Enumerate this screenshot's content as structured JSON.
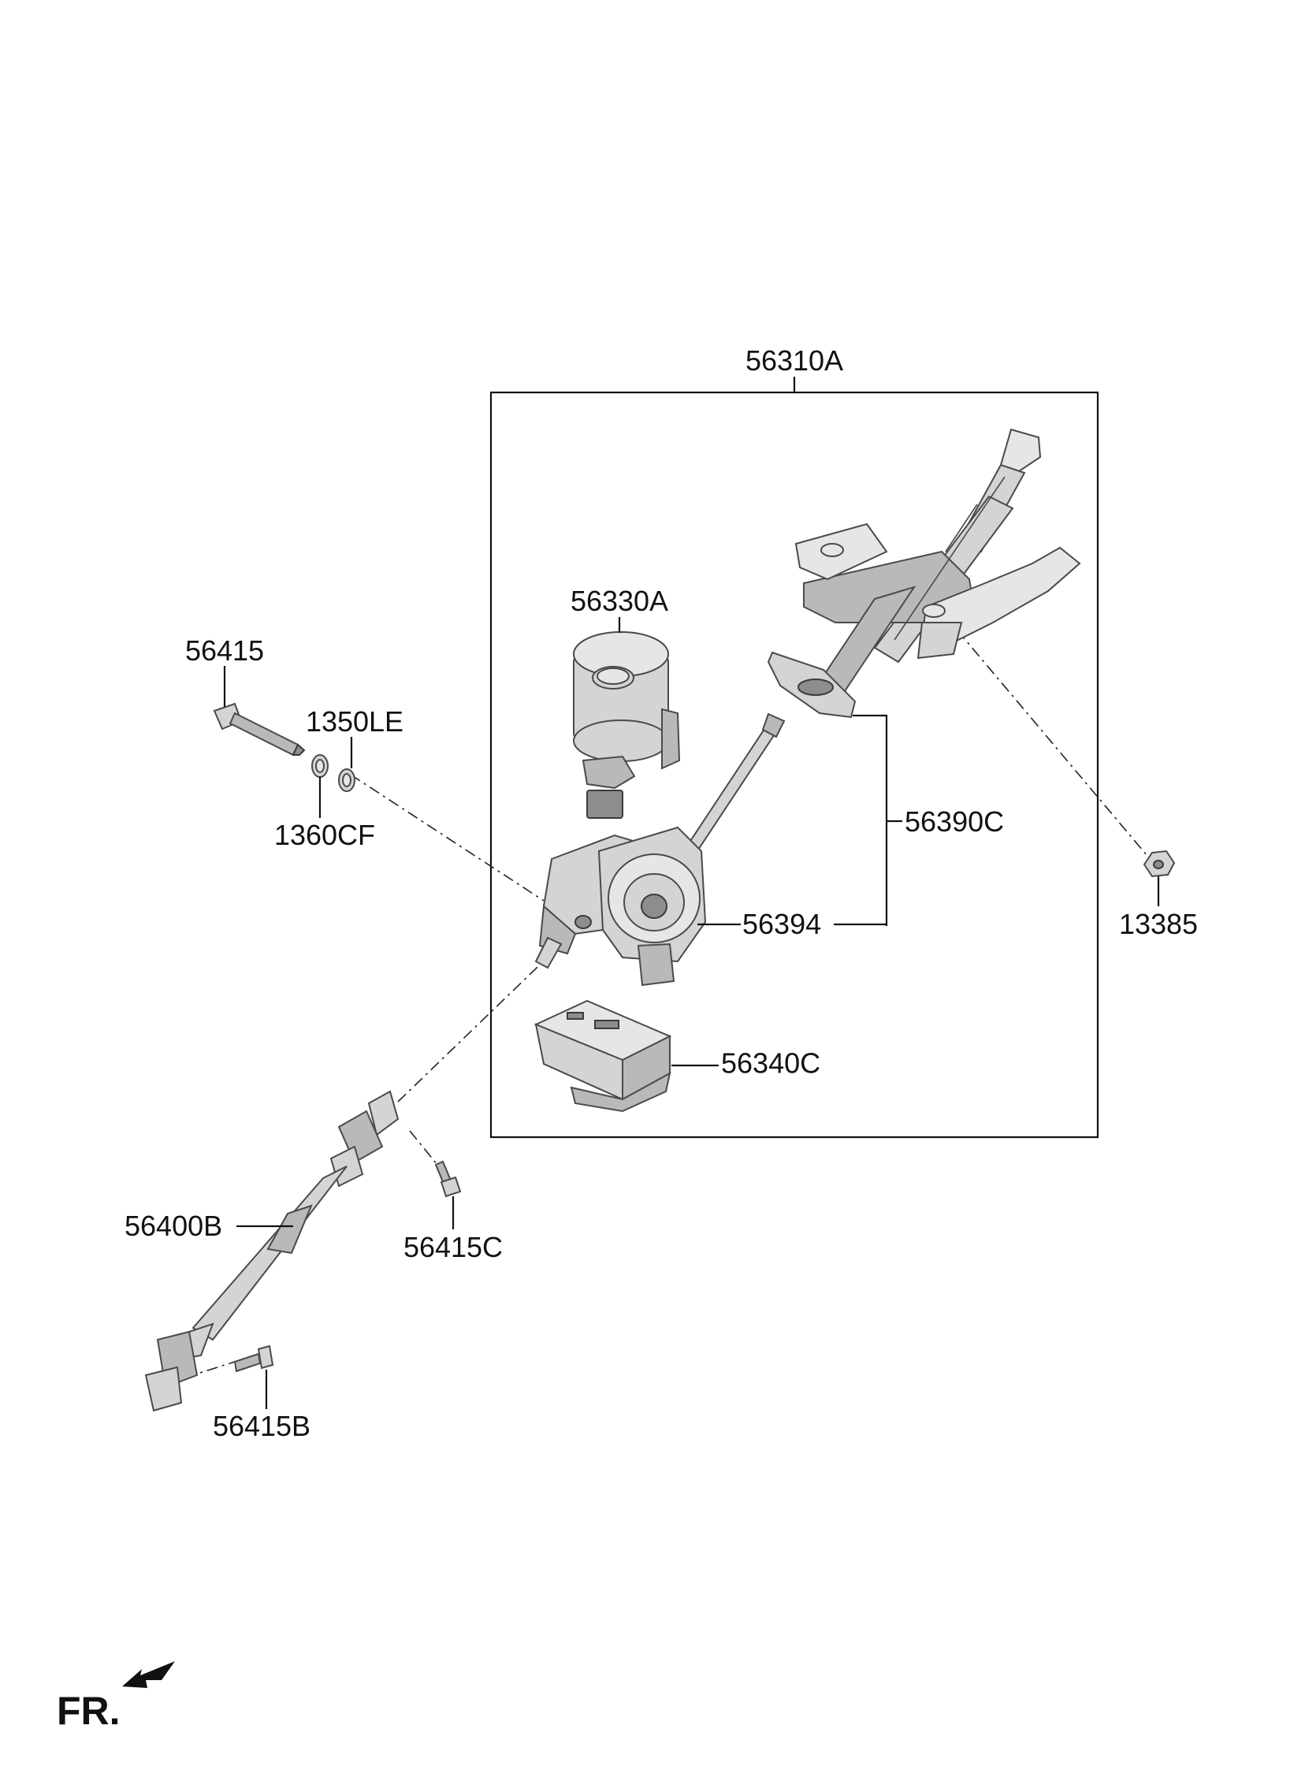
{
  "parts": {
    "p56310A": "56310A",
    "p56330A": "56330A",
    "p56415": "56415",
    "p1350LE": "1350LE",
    "p1360CF": "1360CF",
    "p56390C": "56390C",
    "p56394": "56394",
    "p13385": "13385",
    "p56340C": "56340C",
    "p56400B": "56400B",
    "p56415C": "56415C",
    "p56415B": "56415B"
  },
  "front_indicator": "FR."
}
